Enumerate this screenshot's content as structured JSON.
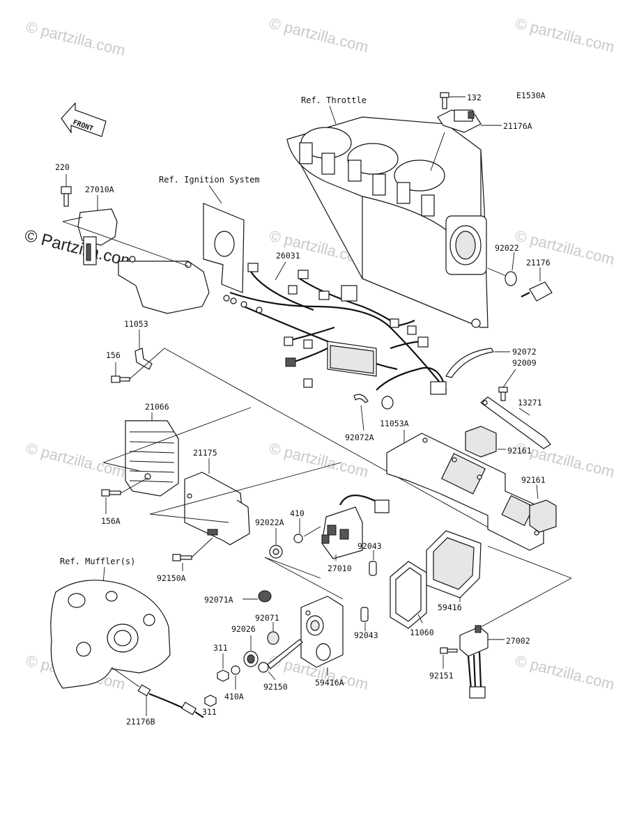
{
  "diagram_code": "E1530A",
  "front_label": "FRONT",
  "refs": {
    "throttle": "Ref. Throttle",
    "ignition": "Ref. Ignition System",
    "muffler": "Ref. Muffler(s)"
  },
  "watermark": {
    "text": "© Partzilla.com",
    "text_light": "© partzilla.com"
  },
  "part_numbers": {
    "p132": "132",
    "p21176A": "21176A",
    "p220": "220",
    "p27010A": "27010A",
    "p26031": "26031",
    "p92022": "92022",
    "p21176": "21176",
    "p11053": "11053",
    "p156": "156",
    "p92072": "92072",
    "p92009": "92009",
    "p13271": "13271",
    "p21066": "21066",
    "p92072A": "92072A",
    "p11053A": "11053A",
    "p92161a": "92161",
    "p21175": "21175",
    "p92161b": "92161",
    "p156A": "156A",
    "p410": "410",
    "p92022A": "92022A",
    "p92043a": "92043",
    "p27010": "27010",
    "p92150A": "92150A",
    "p59416": "59416",
    "p92071A": "92071A",
    "p92071": "92071",
    "p92026": "92026",
    "p92043b": "92043",
    "p11060": "11060",
    "p27002": "27002",
    "p311a": "311",
    "p410A": "410A",
    "p92150": "92150",
    "p59416A": "59416A",
    "p92151": "92151",
    "p311b": "311",
    "p21176B": "21176B"
  }
}
